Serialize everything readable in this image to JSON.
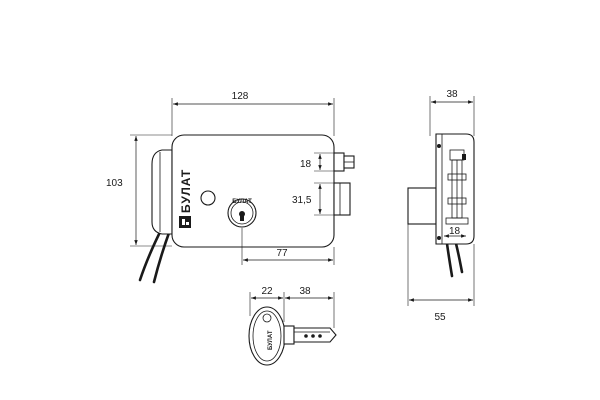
{
  "brand": "БУЛАТ",
  "cylinder_label": "БУЛАТ",
  "key_label": "БУЛАТ",
  "dimensions": {
    "width_128": "128",
    "height_103": "103",
    "bolt_18": "18",
    "deadbolt_31_5": "31,5",
    "offset_77": "77",
    "side_38": "38",
    "side_18": "18",
    "depth_55": "55",
    "key_22": "22",
    "key_38": "38"
  }
}
